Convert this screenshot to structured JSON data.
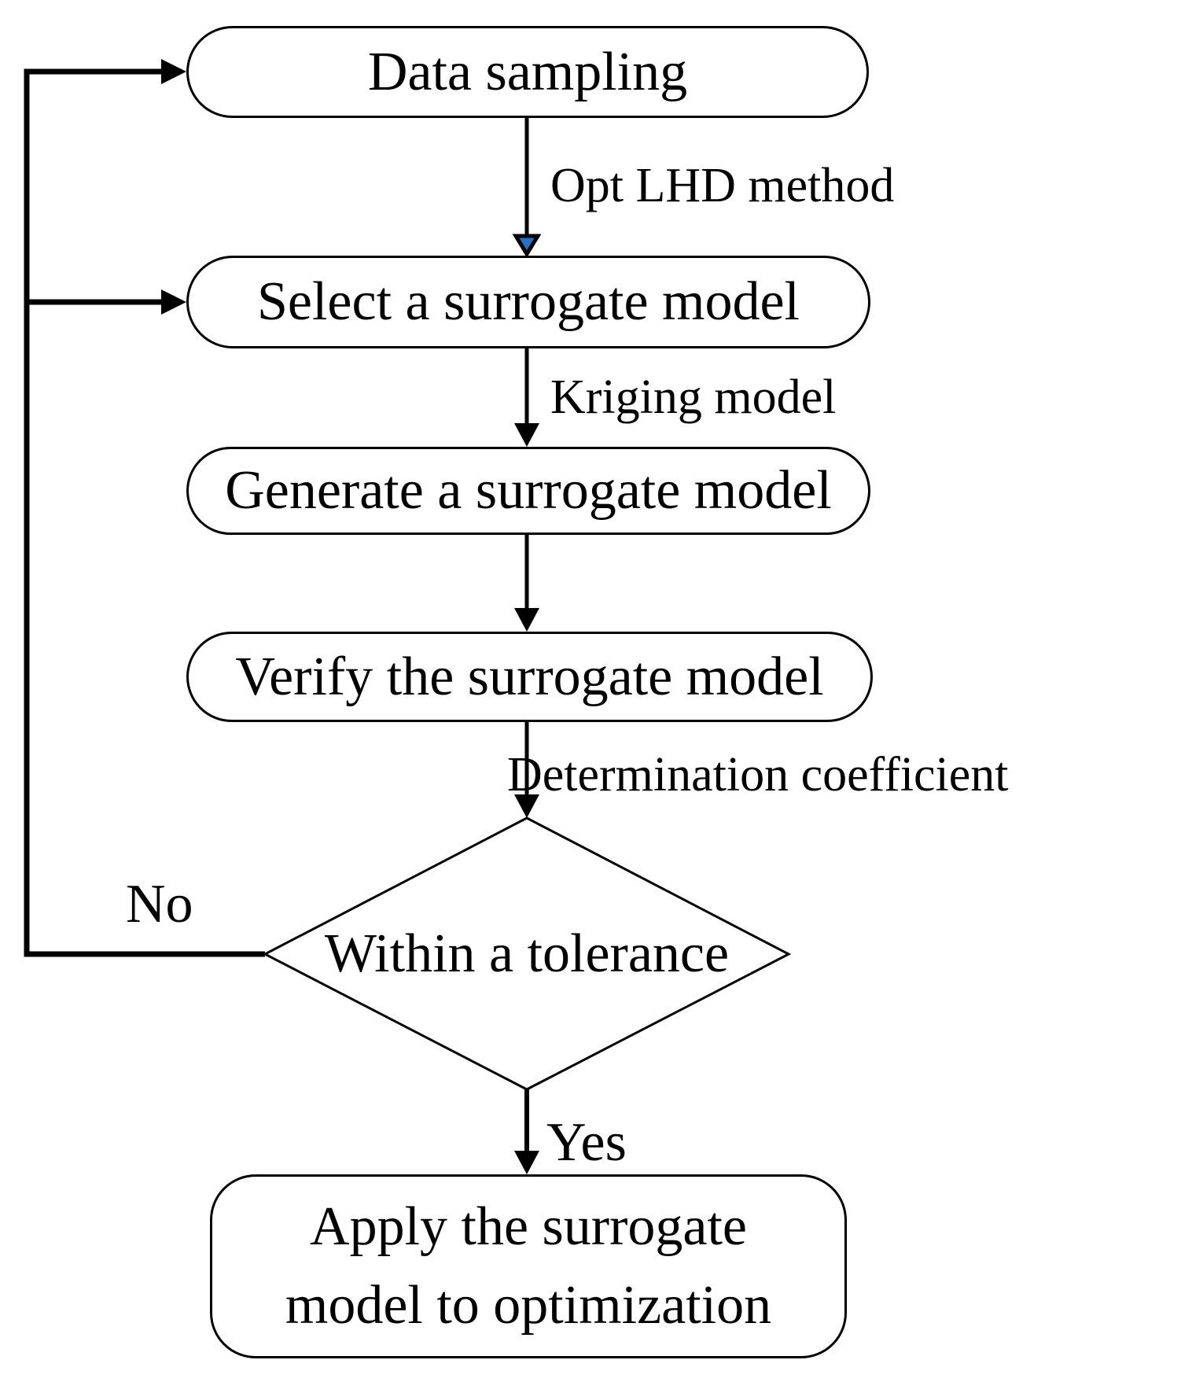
{
  "diagram": {
    "title": "Surrogate model construction flowchart",
    "nodes": {
      "data_sampling": {
        "label": "Data sampling",
        "shape": "stadium"
      },
      "select_model": {
        "label": "Select a surrogate model",
        "shape": "stadium"
      },
      "generate_model": {
        "label": "Generate a surrogate model",
        "shape": "stadium"
      },
      "verify_model": {
        "label": "Verify the surrogate model",
        "shape": "stadium"
      },
      "within_tolerance": {
        "label": "Within a tolerance",
        "shape": "diamond"
      },
      "apply_model": {
        "label": "Apply the surrogate model to optimization",
        "shape": "rounded-rect"
      }
    },
    "edge_labels": {
      "opt_lhd": "Opt LHD method",
      "kriging": "Kriging model",
      "determination": "Determination coefficient",
      "yes": "Yes",
      "no": "No"
    },
    "colors": {
      "stroke": "#000000",
      "node_fill": "#ffffff",
      "highlight_arrowhead": "#2272C8"
    }
  }
}
